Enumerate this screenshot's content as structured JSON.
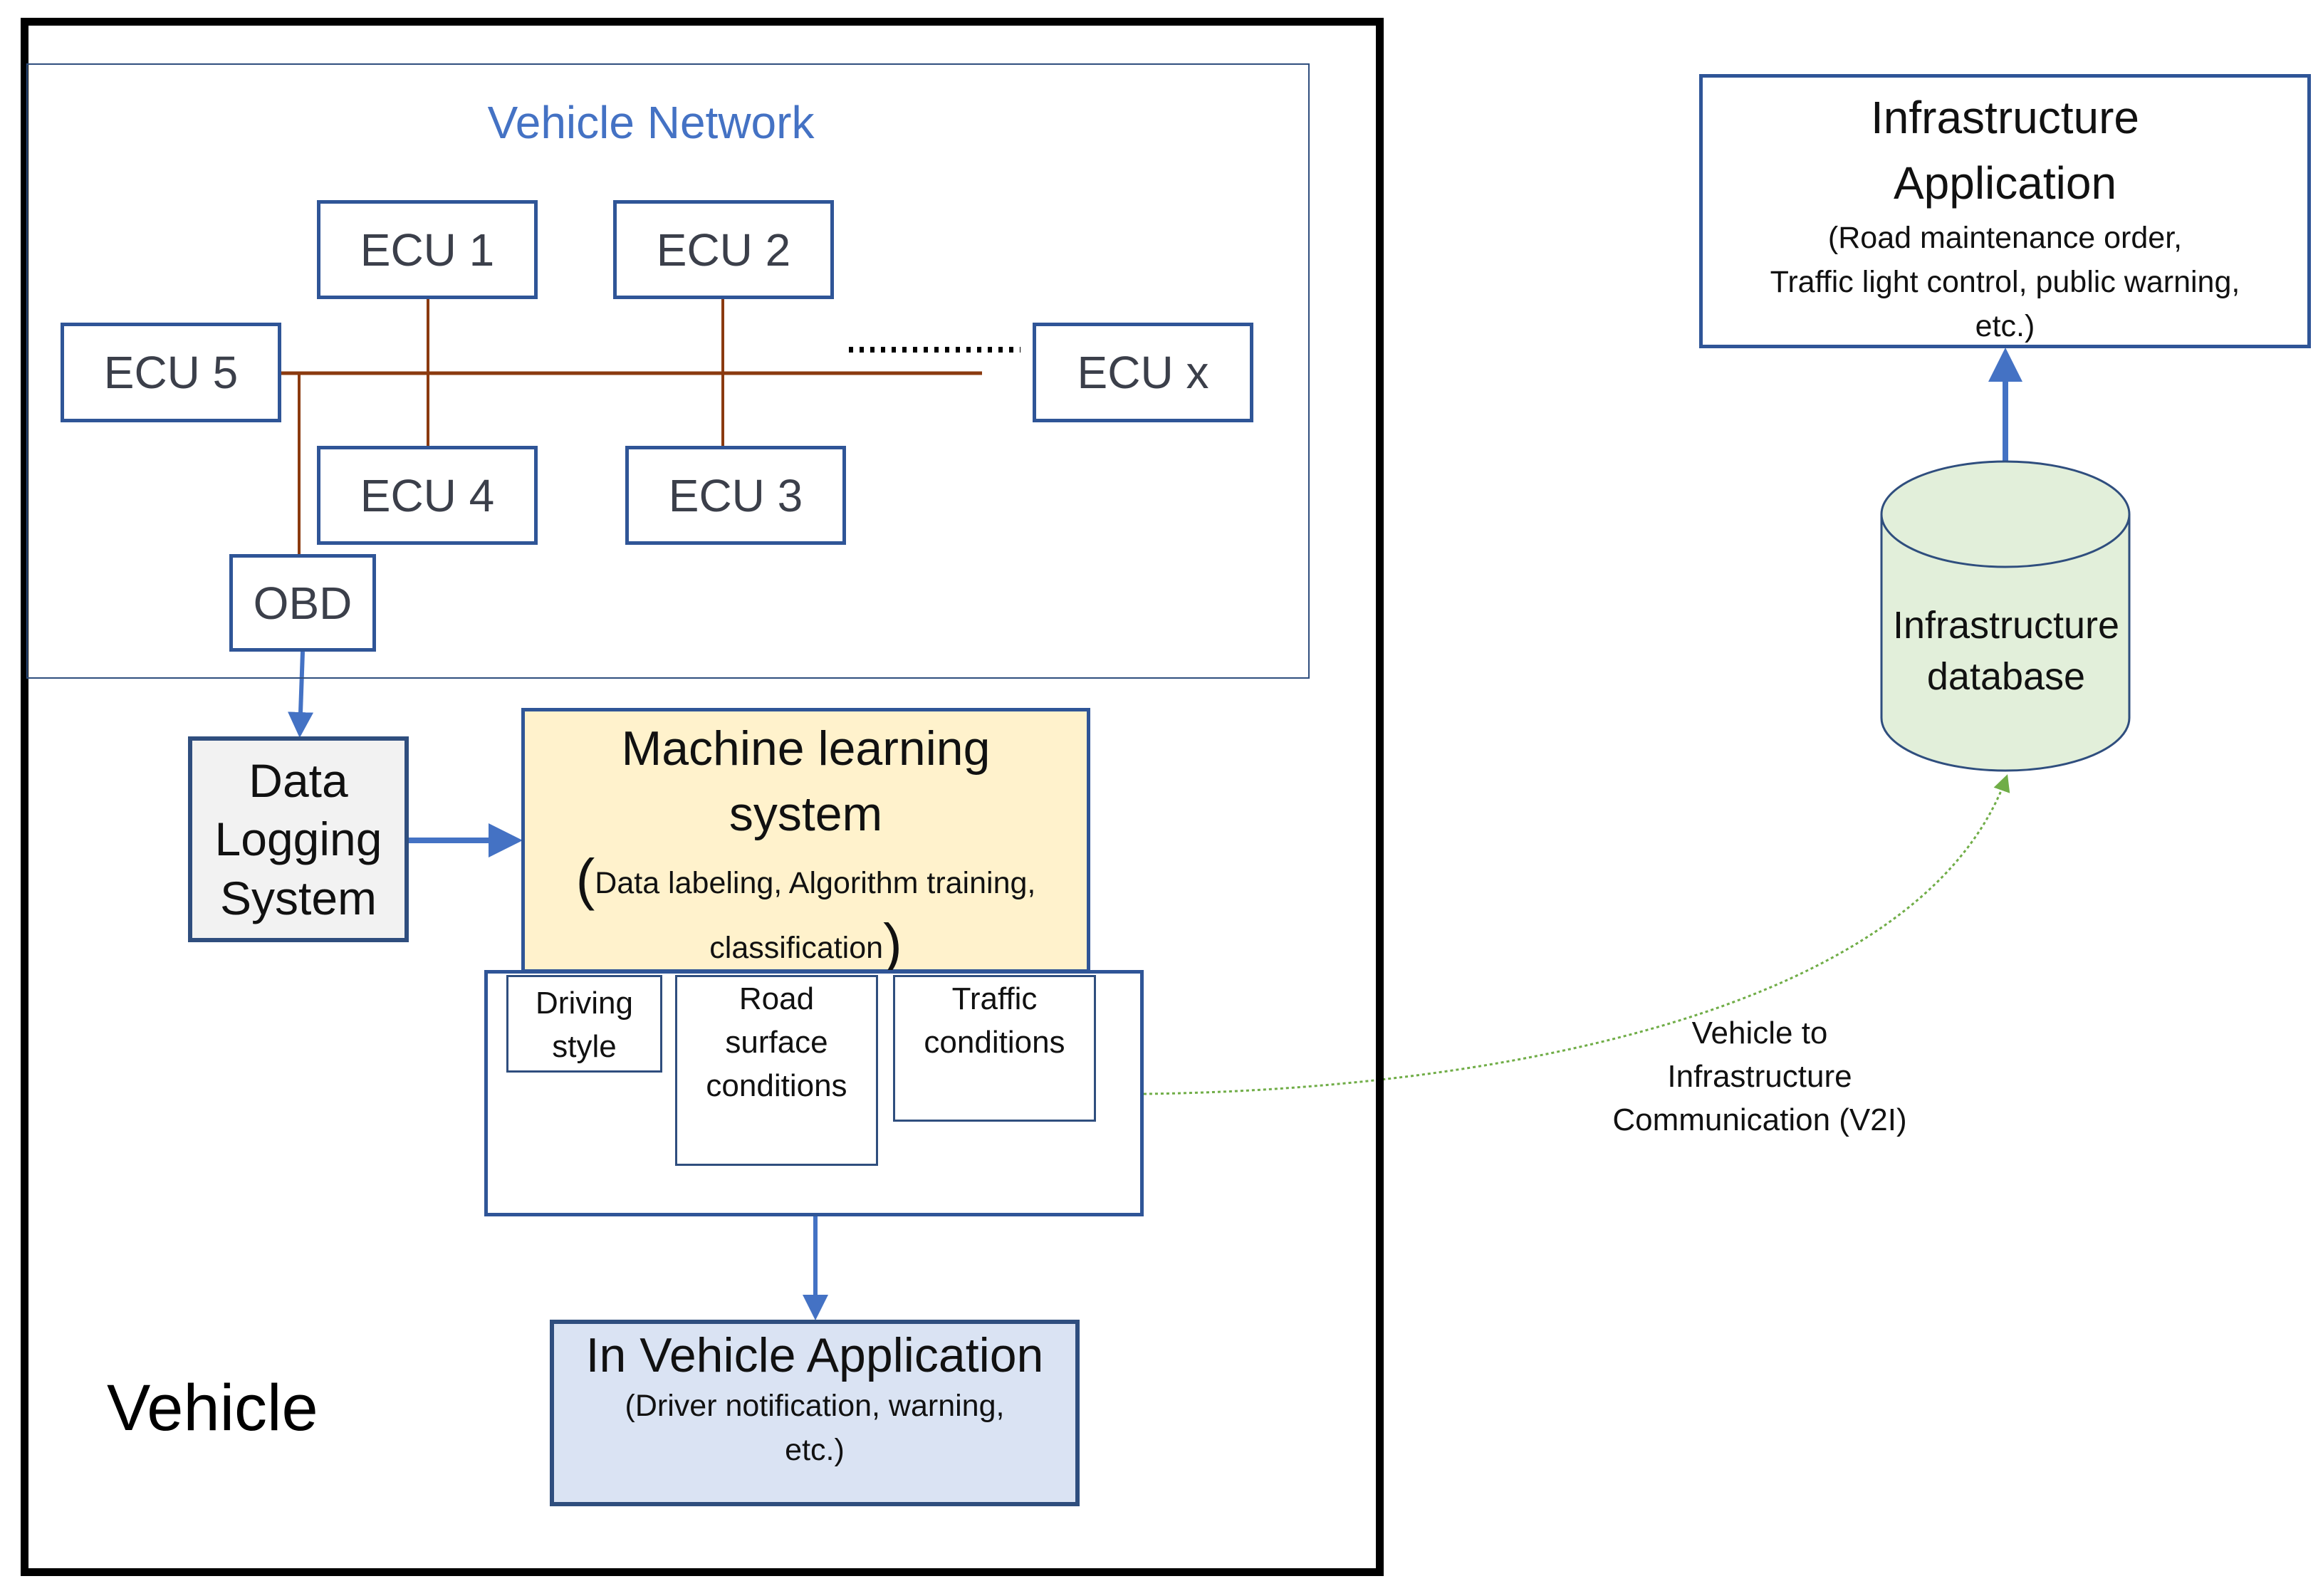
{
  "colors": {
    "box_border": "#2F5597",
    "network_title": "#4472C4",
    "bus_line": "#8B3A0F",
    "arrow": "#4472C4",
    "v2i_link": "#70AD47",
    "ml_fill": "#FFF2CC",
    "data_logging_fill": "#F2F2F2",
    "in_vehicle_fill": "#DAE3F3",
    "database_fill": "#E2EFDA"
  },
  "vehicle": {
    "label": "Vehicle",
    "network": {
      "title": "Vehicle Network",
      "ecus": {
        "ecu1": "ECU 1",
        "ecu2": "ECU 2",
        "ecu3": "ECU 3",
        "ecu4": "ECU 4",
        "ecu5": "ECU 5",
        "ecux": "ECU x"
      },
      "ellipsis": "..............",
      "obd": "OBD"
    },
    "data_logging": {
      "line1": "Data",
      "line2": "Logging",
      "line3": "System"
    },
    "ml_system": {
      "title_line1": "Machine learning",
      "title_line2": "system",
      "open_paren": "(",
      "sub_line1": "Data labeling, Algorithm training,",
      "sub_line2": "classification",
      "close_paren": ")"
    },
    "outputs": {
      "driving_style": [
        "Driving",
        "style"
      ],
      "road_surface": [
        "Road",
        "surface",
        "conditions"
      ],
      "traffic": [
        "Traffic",
        "conditions"
      ]
    },
    "in_vehicle_app": {
      "title": "In Vehicle Application",
      "sub_line1": "(Driver notification, warning,",
      "sub_line2": "etc.)"
    }
  },
  "infrastructure": {
    "application": {
      "title_line1": "Infrastructure",
      "title_line2": "Application",
      "sub_line1": "(Road maintenance order,",
      "sub_line2": "Traffic light control, public warning,",
      "sub_line3": "etc.)"
    },
    "database": {
      "line1": "Infrastructure",
      "line2": "database"
    }
  },
  "v2i": {
    "line1": "Vehicle to",
    "line2": "Infrastructure",
    "line3": "Communication (V2I)"
  }
}
